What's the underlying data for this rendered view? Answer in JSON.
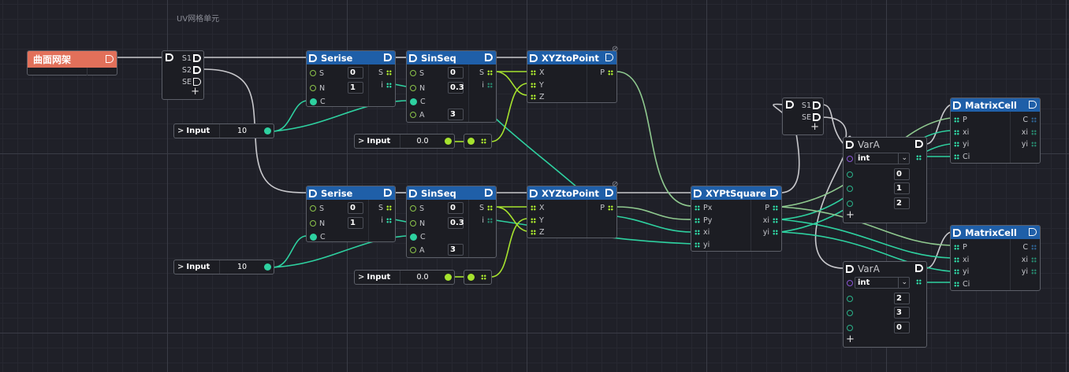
{
  "canvas": {
    "group_label": "UV网格单元"
  },
  "colors": {
    "node_header": "#1f5fa8",
    "source_header": "#e2705a",
    "wire_white": "#c8c8cc",
    "wire_teal": "#2ed1a0",
    "wire_lime": "#a6e22e",
    "wire_sage": "#8fc98f"
  },
  "source_node": {
    "title": "曲面网架"
  },
  "split_node_1": {
    "outputs": [
      "S1",
      "S2",
      "SE"
    ],
    "add": "+"
  },
  "split_node_2": {
    "outputs": [
      "S1",
      "SE"
    ],
    "add": "+"
  },
  "serise_nodes": [
    {
      "title": "Serise",
      "inputs": [
        {
          "name": "S",
          "value": "0"
        },
        {
          "name": "N",
          "value": "1"
        },
        {
          "name": "C",
          "value": ""
        }
      ],
      "outputs": [
        "S",
        "i"
      ]
    },
    {
      "title": "Serise",
      "inputs": [
        {
          "name": "S",
          "value": "0"
        },
        {
          "name": "N",
          "value": "1"
        },
        {
          "name": "C",
          "value": ""
        }
      ],
      "outputs": [
        "S",
        "i"
      ]
    }
  ],
  "sinseq_nodes": [
    {
      "title": "SinSeq",
      "inputs": [
        {
          "name": "S",
          "value": "0"
        },
        {
          "name": "N",
          "value": "0.3"
        },
        {
          "name": "C",
          "value": ""
        },
        {
          "name": "A",
          "value": "3"
        }
      ],
      "outputs": [
        "S",
        "i"
      ]
    },
    {
      "title": "SinSeq",
      "inputs": [
        {
          "name": "S",
          "value": "0"
        },
        {
          "name": "N",
          "value": "0.3"
        },
        {
          "name": "C",
          "value": ""
        },
        {
          "name": "A",
          "value": "3"
        }
      ],
      "outputs": [
        "S",
        "i"
      ]
    }
  ],
  "xyz_nodes": [
    {
      "title": "XYZtoPoint",
      "inputs": [
        "X",
        "Y",
        "Z"
      ],
      "outputs": [
        "P"
      ]
    },
    {
      "title": "XYZtoPoint",
      "inputs": [
        "X",
        "Y",
        "Z"
      ],
      "outputs": [
        "P"
      ]
    }
  ],
  "inputs_count": [
    {
      "label": "Input",
      "value": "10"
    },
    {
      "label": "Input",
      "value": "10"
    }
  ],
  "inputs_float": [
    {
      "label": "Input",
      "value": "0.0"
    },
    {
      "label": "Input",
      "value": "0.0"
    }
  ],
  "xypt_square": {
    "title": "XYPtSquare",
    "inputs": [
      "Px",
      "Py",
      "xi",
      "yi"
    ],
    "outputs": [
      "P",
      "xi",
      "yi"
    ]
  },
  "vara_nodes": [
    {
      "title": "VarA",
      "type": "int",
      "values": [
        "0",
        "1",
        "2"
      ],
      "add": "+"
    },
    {
      "title": "VarA",
      "type": "int",
      "values": [
        "2",
        "3",
        "0"
      ],
      "add": "+"
    }
  ],
  "matrix_cells": [
    {
      "title": "MatrixCell",
      "inputs": [
        "P",
        "xi",
        "yi",
        "Ci"
      ],
      "outputs": [
        "C",
        "xi",
        "yi"
      ]
    },
    {
      "title": "MatrixCell",
      "inputs": [
        "P",
        "xi",
        "yi",
        "Ci"
      ],
      "outputs": [
        "C",
        "xi",
        "yi"
      ]
    }
  ]
}
